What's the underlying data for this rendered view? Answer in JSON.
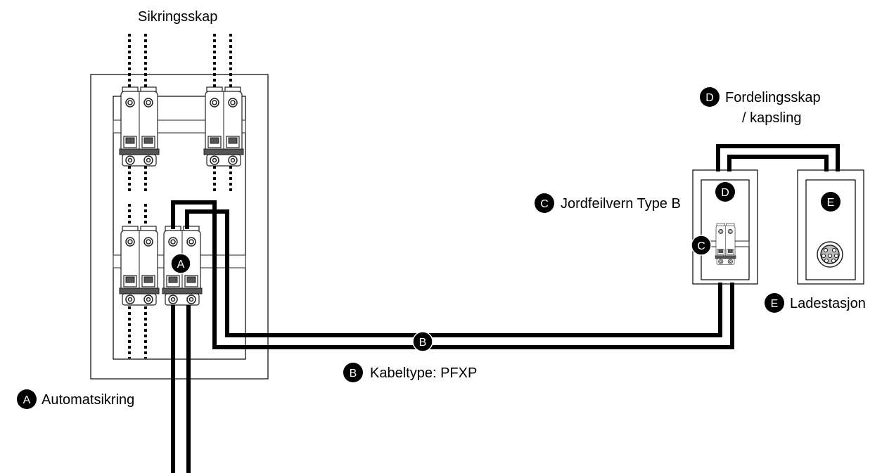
{
  "labels": {
    "sikringsskap": "Sikringsskap",
    "fordelingsskap_line1": "Fordelingsskap",
    "fordelingsskap_line2": "/ kapsling",
    "jordfeilvern": "Jordfeilvern Type B",
    "ladestasjon": "Ladestasjon",
    "kabeltype": "Kabeltype: PFXP",
    "automatsikring": "Automatsikring"
  },
  "badges": {
    "a": "A",
    "b": "B",
    "c": "C",
    "d": "D",
    "e": "E"
  }
}
